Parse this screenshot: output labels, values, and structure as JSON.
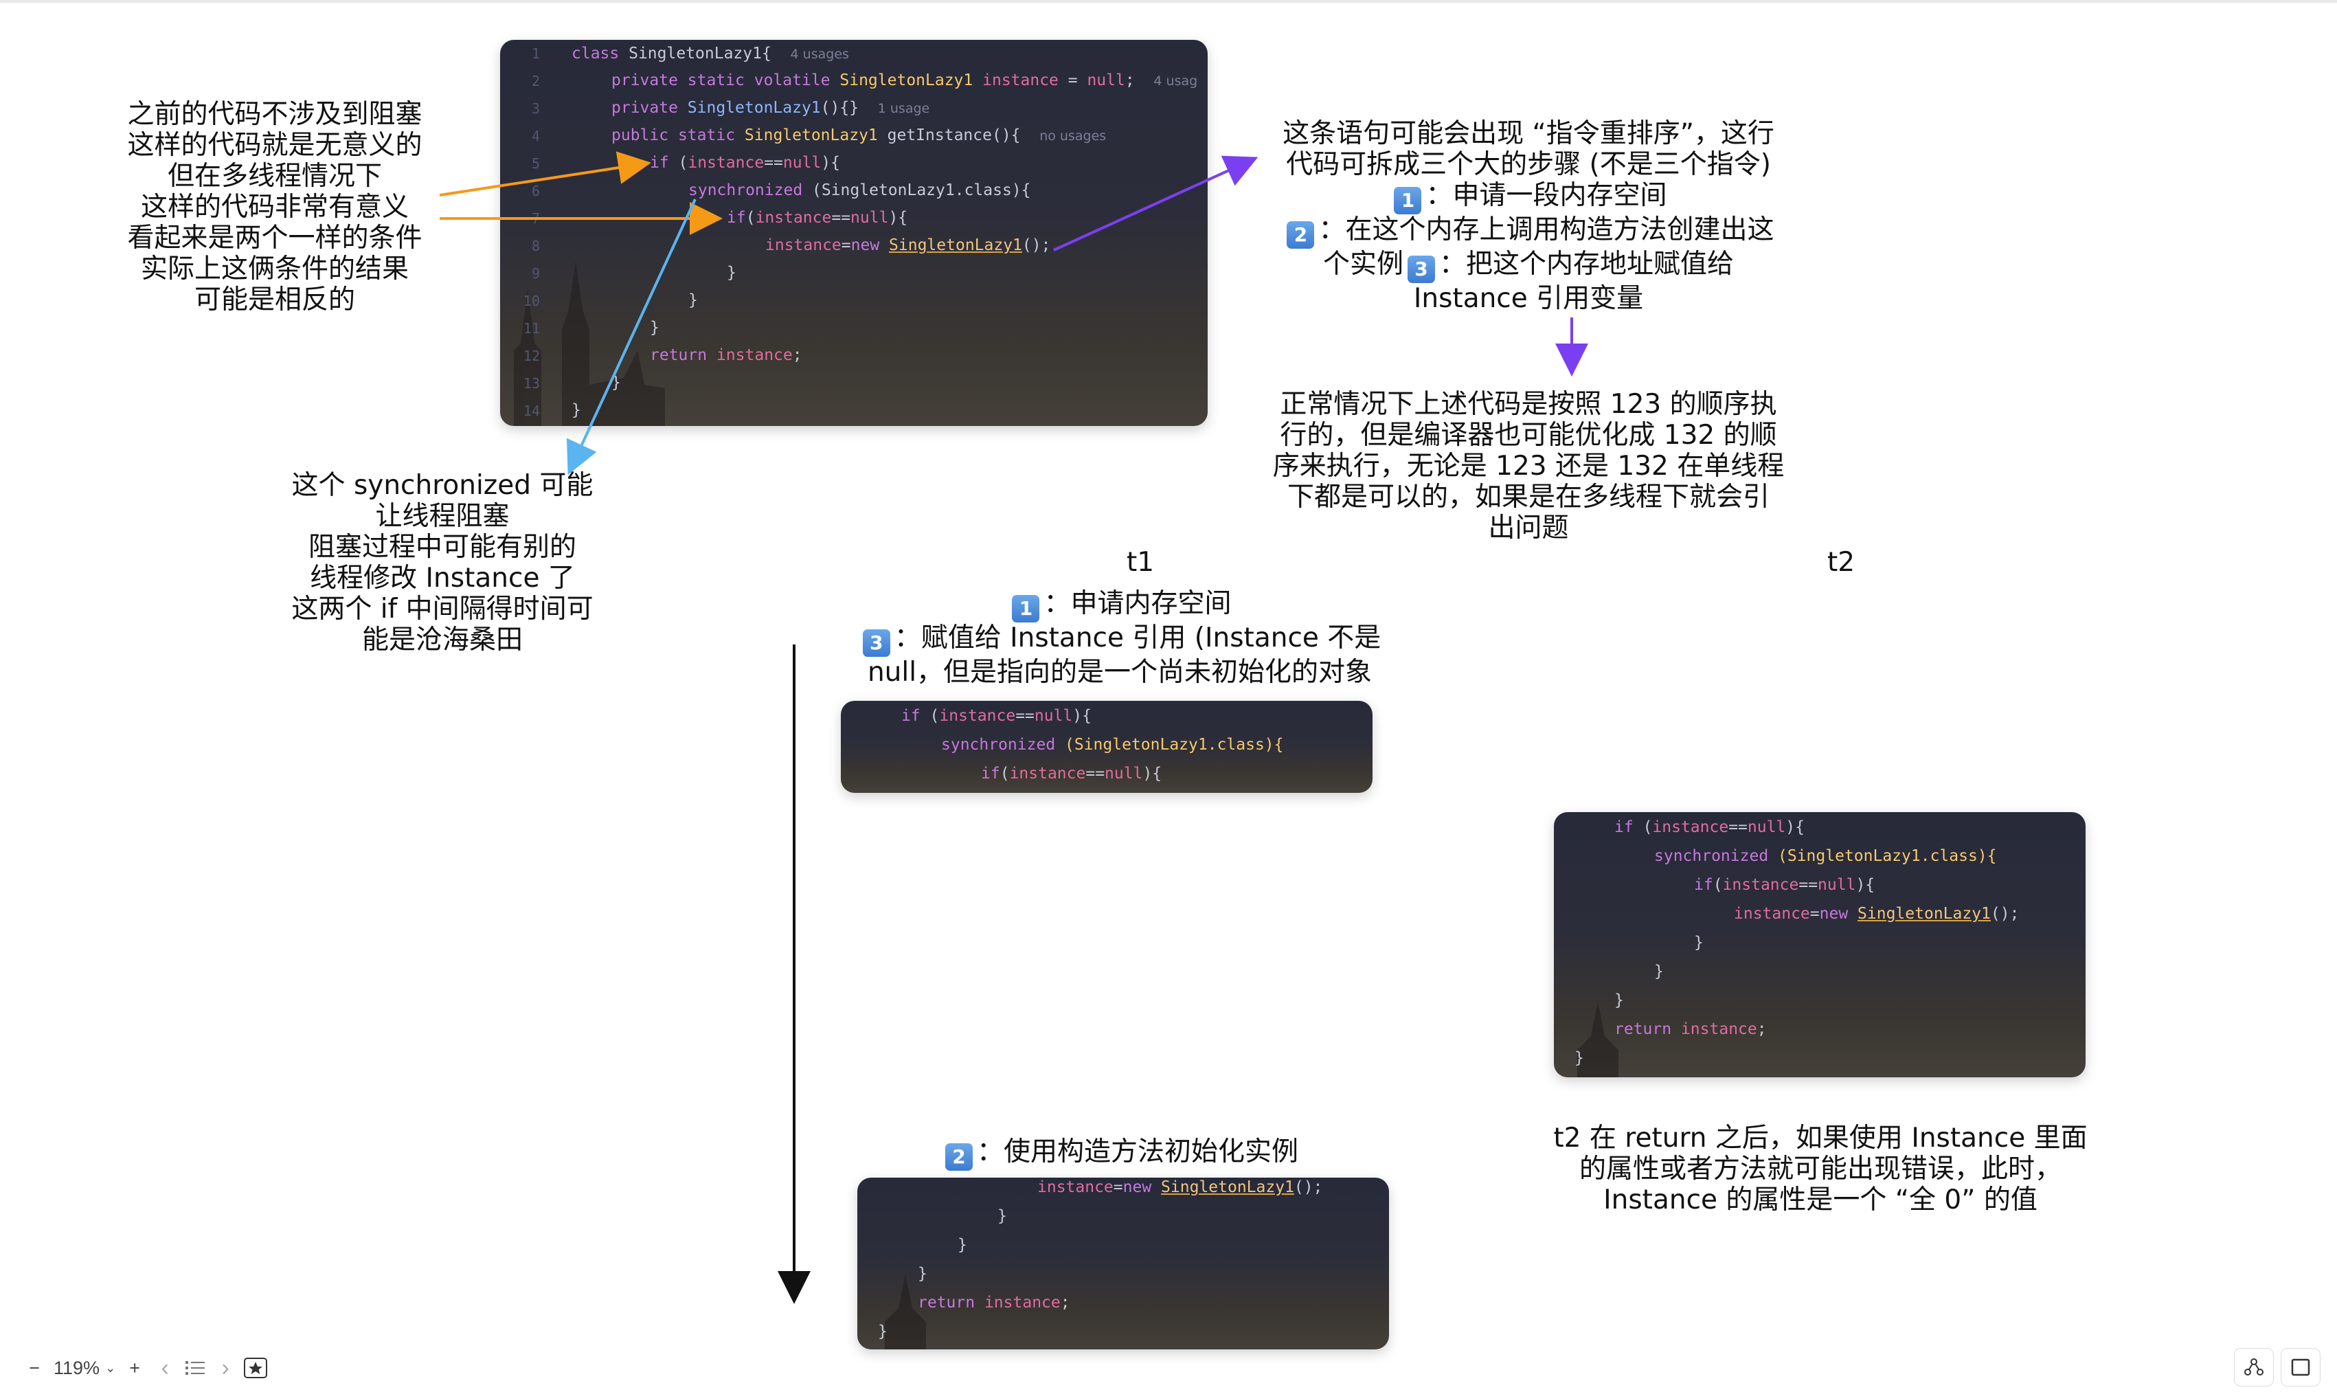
{
  "notes": {
    "left": [
      "之前的代码不涉及到阻塞",
      "这样的代码就是无意义的",
      "但在多线程情况下",
      "这样的代码非常有意义",
      "看起来是两个一样的条件",
      "实际上这俩条件的结果",
      "可能是相反的"
    ],
    "synchronized": [
      "这个 synchronized 可能",
      "让线程阻塞",
      "阻塞过程中可能有别的",
      "线程修改 Instance 了",
      "这两个 if 中间隔得时间可",
      "能是沧海桑田"
    ],
    "reorder_l1": "这条语句可能会出现 “指令重排序”，这行",
    "reorder_l2": "代码可拆成三个大的步骤 (不是三个指令)",
    "step1_badge": "1",
    "step1": "：申请一段内存空间",
    "step2_badge": "2",
    "step2": "：在这个内存上调用构造方法创建出这",
    "step2b": "个实例",
    "step3_badge": "3",
    "step3": "：把这个内存地址赋值给",
    "step3b": "Instance 引用变量",
    "normal": [
      "正常情况下上述代码是按照 123 的顺序执",
      "行的，但是编译器也可能优化成 132 的顺",
      "序来执行，无论是 123 还是 132 在单线程",
      "下都是可以的，如果是在多线程下就会引",
      "出问题"
    ],
    "t1": "t1",
    "t2": "t2",
    "t1_step1_badge": "1",
    "t1_step1": "：申请内存空间",
    "t1_step3_badge": "3",
    "t1_step3": "：赋值给 Instance 引用 (Instance 不是",
    "t1_step3b": "null，但是指向的是一个尚未初始化的对象",
    "t1_step2_badge": "2",
    "t1_step2": "：使用构造方法初始化实例",
    "t2_note": [
      "t2 在 return 之后，如果使用 Instance 里面",
      "的属性或者方法就可能出现错误，此时，",
      "Instance 的属性是一个 “全 0” 的值"
    ]
  },
  "main_code": {
    "class_kw": "class",
    "class_name": "SingletonLazy1",
    "brace": "{",
    "usages4": "4 usages",
    "usages4b": "4 usag",
    "l2_private": "private",
    "l2_static": "static",
    "l2_volatile": "volatile",
    "l2_type": "SingletonLazy1",
    "l2_var": "instance",
    "l2_eq": " = ",
    "l2_null": "null",
    "l2_semi": ";",
    "l3_private": "private",
    "l3_ctor": "SingletonLazy1",
    "l3_rest": "(){}",
    "usage1": "1 usage",
    "l4_public": "public",
    "l4_static": "static",
    "l4_type": "SingletonLazy1",
    "l4_method": "getInstance",
    "l4_rest": "(){",
    "no_usages": "no usages",
    "if_kw": "if",
    "if_cond_open": " (",
    "if_var": "instance",
    "if_eq": "==",
    "if_null": "null",
    "if_close": "){",
    "sync_kw": "synchronized",
    "sync_arg": " (SingletonLazy1.class){",
    "if2_kw": "if",
    "if2_open": "(",
    "assign_var": "instance",
    "assign_eq": "=",
    "new_kw": "new",
    "assign_type": "SingletonLazy1",
    "assign_end": "();",
    "close": "}",
    "return_kw": "return",
    "return_var": "instance",
    "return_semi": ";",
    "line_numbers": [
      "1",
      "2",
      "3",
      "4",
      "5",
      "6",
      "7",
      "8",
      "9",
      "10",
      "11",
      "12",
      "13",
      "14"
    ]
  },
  "toolbar": {
    "minus": "−",
    "zoom": "119%",
    "plus": "+",
    "prev": "‹",
    "next": "›"
  },
  "icons": {
    "list": "list-icon",
    "star": "star-box-icon",
    "share": "share-icon",
    "panel": "panel-icon"
  },
  "colors": {
    "orange_arrow": "#f59a16",
    "blue_arrow": "#5ab4f0",
    "purple_arrow": "#7b3ff2"
  }
}
